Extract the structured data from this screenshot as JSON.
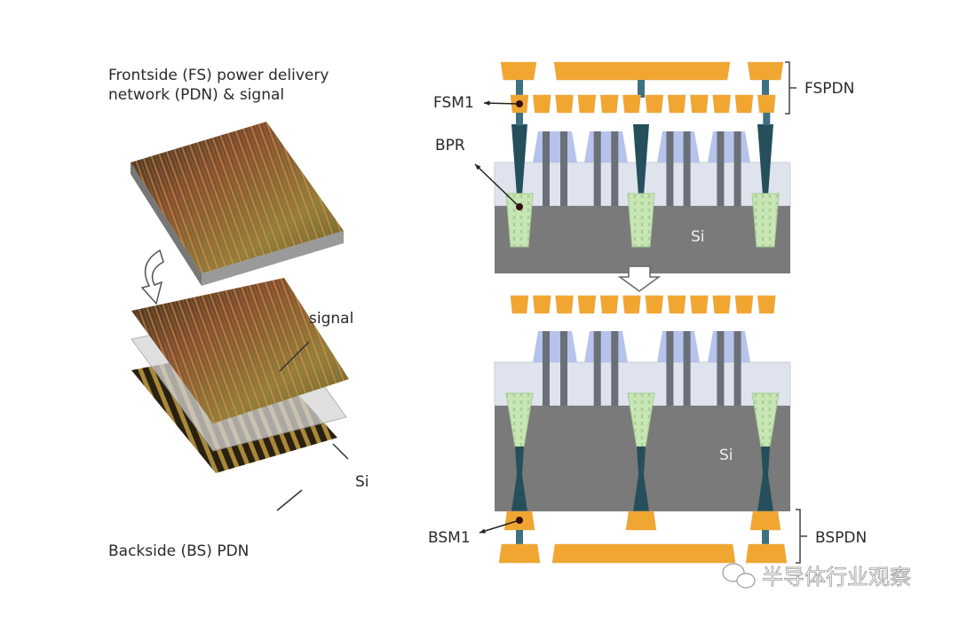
{
  "left_panel": {
    "title_line1": "Frontside (FS) power delivery",
    "title_line2": "network (PDN) & signal",
    "signal_label": "signal",
    "si_label": "Si",
    "backside_label": "Backside (BS) PDN"
  },
  "right_panel": {
    "fspdn_label": "FSPDN",
    "fsm1_label": "FSM1",
    "bpr_label": "BPR",
    "si_top_label": "Si",
    "si_bottom_label": "Si",
    "bsm1_label": "BSM1",
    "bspdn_label": "BSPDN"
  },
  "watermark": "半导体行业观察",
  "colors": {
    "metal": "#f0a630",
    "via": "#264f5c",
    "silicon": "#7a7a7a",
    "oxide": "#dfe3ee",
    "gate": "#a9b8e8",
    "bpr": "#c8e6b4"
  }
}
